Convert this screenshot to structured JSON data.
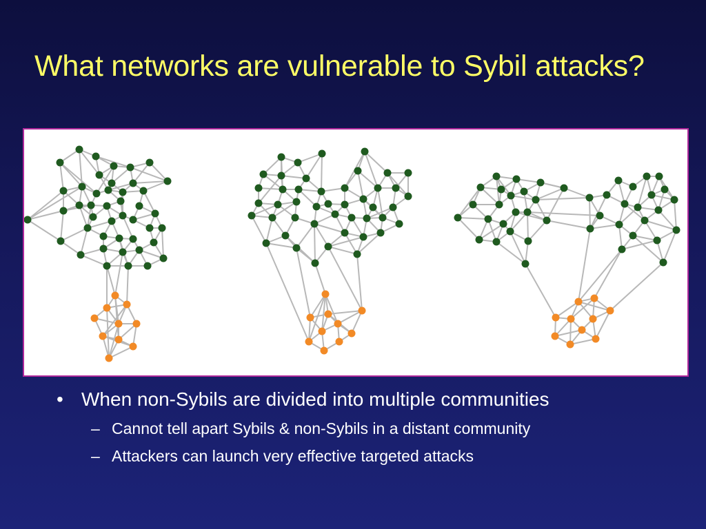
{
  "slide": {
    "title": "What networks are vulnerable to Sybil attacks?"
  },
  "colors": {
    "background_top": "#0d0f3e",
    "background_bottom": "#1c2378",
    "title": "#ffff66",
    "figure_border": "#b0279b",
    "non_sybil_node": "#1f5a1f",
    "sybil_node": "#f28a26",
    "edge": "#b8b8b8"
  },
  "bullets": [
    {
      "marker": "•",
      "text": "When non-Sybils are divided into multiple communities",
      "children": [
        {
          "marker": "–",
          "text": "Cannot tell apart Sybils & non-Sybils in a distant community"
        },
        {
          "marker": "–",
          "text": "Attackers can launch very effective targeted attacks"
        }
      ]
    }
  ]
}
